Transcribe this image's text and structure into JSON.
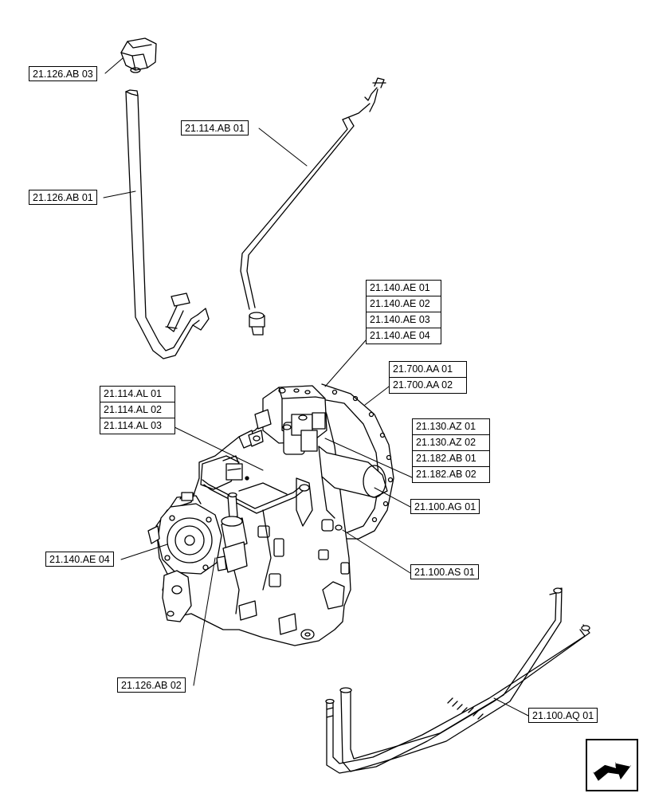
{
  "labels": {
    "ab03": "21.126.AB 03",
    "ab01": "21.126.AB 01",
    "dipstick": "21.114.AB 01",
    "ae_group": [
      "21.140.AE 01",
      "21.140.AE 02",
      "21.140.AE 03",
      "21.140.AE 04"
    ],
    "aa_group": [
      "21.700.AA 01",
      "21.700.AA 02"
    ],
    "al_group": [
      "21.114.AL 01",
      "21.114.AL 02",
      "21.114.AL 03"
    ],
    "az_group": [
      "21.130.AZ 01",
      "21.130.AZ 02",
      "21.182.AB 01",
      "21.182.AB 02"
    ],
    "ag01": "21.100.AG 01",
    "ae04": "21.140.AE 04",
    "as01": "21.100.AS 01",
    "ab02": "21.126.AB 02",
    "aq01": "21.100.AQ 01"
  },
  "nav": {
    "icon": "arrow-forward-icon"
  }
}
